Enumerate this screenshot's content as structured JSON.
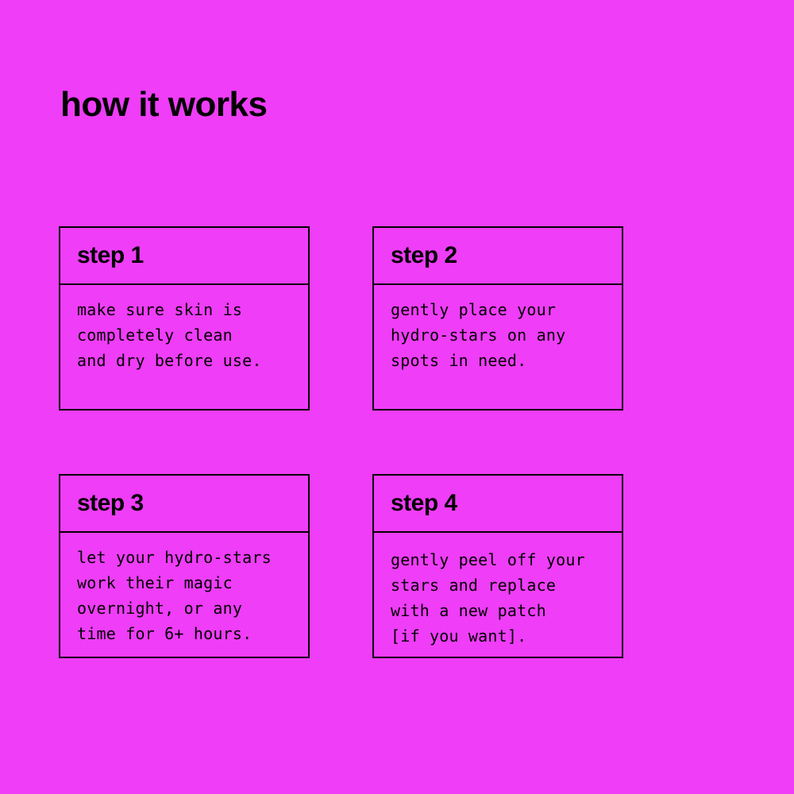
{
  "page": {
    "title": "how it works",
    "background_color": "#ef3df8",
    "text_color": "#000000"
  },
  "steps": [
    {
      "title": "step 1",
      "text": "make sure skin is\ncompletely clean\nand dry before use."
    },
    {
      "title": "step 2",
      "text": "gently place your\nhydro-stars on any\nspots in need."
    },
    {
      "title": "step 3",
      "text": "let your hydro-stars\nwork their magic\novernight, or any\ntime for 6+ hours."
    },
    {
      "title": "step 4",
      "text": "gently peel off your\nstars and replace\nwith a new patch\n[if you want]."
    }
  ]
}
